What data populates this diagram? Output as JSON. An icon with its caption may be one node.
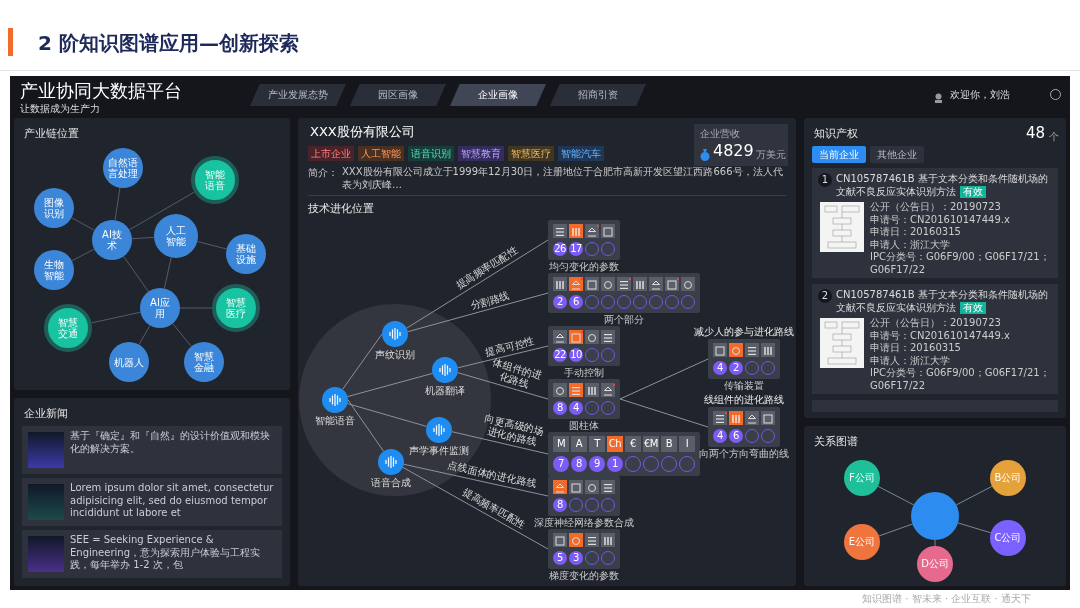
{
  "diagram": {
    "title": "2 阶知识图谱应用—创新探索",
    "nodes": [
      {
        "text": [
          "产业链位置"
        ]
      },
      {
        "text": [
          "自然语言处理"
        ],
        "in": 0
      },
      {
        "text": [
          "智能语音"
        ],
        "in": 0
      },
      {
        "text": [
          "图像识别"
        ],
        "in": 0
      },
      {
        "text": [
          "人工智能"
        ],
        "in": 0
      },
      {
        "text": [
          "AI技术"
        ],
        "in": 0
      },
      {
        "text": [
          "基础设施"
        ],
        "in": 0
      },
      {
        "text": [
          "生物智能"
        ],
        "in": 0
      },
      {
        "text": [
          "AI应用"
        ],
        "in": 0
      },
      {
        "text": [
          "智慧医疗"
        ],
        "in": 0
      },
      {
        "text": [
          "智慧交通"
        ],
        "in": 0
      },
      {
        "text": [
          "机器人"
        ],
        "in": 0
      },
      {
        "text": [
          "智慧金融"
        ],
        "in": 0
      },
      {
        "text": [
          "企业新闻"
        ]
      },
      {
        "text": [
          "基于『确定』和『自然』的设计价值观和模块化的解决方案。"
        ],
        "in": 13
      },
      {
        "text": [
          "Lorem ipsum dolor sit amet, consectetur adipisicing elit, sed do eiusmod tempor incididunt ut labore et"
        ],
        "in": 13
      },
      {
        "text": [
          "SEE = Seeking Experience & Engineering，意为探索用户体验与工程实践，每年举办 1-2 次，包"
        ],
        "in": 13
      },
      {
        "text": [
          "XXX股份有限公司"
        ]
      },
      {
        "text": [
          "企业营收",
          "4829",
          "万美元"
        ],
        "in": 17
      },
      {
        "text": [],
        "shape": "circle",
        "in": 17
      },
      {
        "text": [
          "智能语音"
        ],
        "in": 19
      },
      {
        "text": [
          "声纹识别"
        ],
        "in": 19
      },
      {
        "text": [
          "机器翻译"
        ],
        "in": 19
      },
      {
        "text": [
          "声学事件监测"
        ],
        "in": 19
      },
      {
        "text": [
          "语音合成"
        ],
        "in": 19
      },
      {
        "text": [
          "26",
          "17"
        ],
        "beside": [
          "均匀变化的参数"
        ],
        "in": 17
      },
      {
        "text": [
          "2",
          "6"
        ],
        "beside": [
          "两个部分"
        ],
        "in": 17
      },
      {
        "text": [
          "22",
          "10"
        ],
        "beside": [
          "手动控制"
        ],
        "in": 17
      },
      {
        "text": [
          "4",
          "2"
        ],
        "beside": [
          "减少人的参与进化路线",
          "传输装置"
        ],
        "in": 17
      },
      {
        "text": [
          "8",
          "4"
        ],
        "beside": [
          "圆柱体"
        ],
        "in": 17
      },
      {
        "text": [
          "4",
          "6"
        ],
        "beside": [
          "线组件的进化路线",
          "向两个方向弯曲的线"
        ],
        "in": 17
      },
      {
        "text": [
          "M",
          "A",
          "T",
          "Ch",
          "€",
          "€M",
          "B",
          "I",
          "7",
          "8",
          "9",
          "1"
        ],
        "in": 17
      },
      {
        "text": [
          "8"
        ],
        "beside": [
          "深度神经网络参数合成"
        ],
        "in": 17
      },
      {
        "text": [
          "5",
          "3"
        ],
        "beside": [
          "梯度变化的参数"
        ],
        "in": 17
      },
      {
        "text": [
          "知识产权",
          "48",
          "个"
        ]
      },
      {
        "text": [
          "1",
          "CN105787461B 基于文本分类和条件随机场的文献不良反应实体识别方法",
          "有效",
          "公开（公告日）：20190723",
          "申请号：CN201610147449.x",
          "申请日：20160315",
          "申请人：浙江大学",
          "IPC分类号：G06F9/00；G06F17/21；G06F17/22"
        ],
        "in": 34
      },
      {
        "text": [
          "2",
          "CN105787461B 基于文本分类和条件随机场的文献不良反应实体识别方法",
          "有效",
          "公开（公告日）：20190723",
          "申请号：CN201610147449.x",
          "申请日：20160315",
          "申请人：浙江大学",
          "IPC分类号：G06F9/00；G06F17/21；G06F17/22"
        ],
        "in": 34
      },
      {
        "text": [],
        "shape": "box",
        "in": 34
      },
      {
        "text": [
          "关系图谱"
        ]
      },
      {
        "text": [],
        "shape": "circle",
        "in": 38
      },
      {
        "text": [
          "F公司"
        ],
        "in": 38
      },
      {
        "text": [
          "B公司"
        ],
        "in": 38
      },
      {
        "text": [
          "E公司"
        ],
        "in": 38
      },
      {
        "text": [
          "C公司"
        ],
        "in": 38
      },
      {
        "text": [
          "D公司"
        ],
        "in": 38
      }
    ],
    "edges": [
      {
        "from": 5,
        "to": 1,
        "arrow": "none"
      },
      {
        "from": 5,
        "to": 2,
        "arrow": "none"
      },
      {
        "from": 5,
        "to": 3,
        "arrow": "none"
      },
      {
        "from": 5,
        "to": 7,
        "arrow": "none"
      },
      {
        "from": 5,
        "to": 4,
        "arrow": "none"
      },
      {
        "from": 4,
        "to": 6,
        "arrow": "none"
      },
      {
        "from": 4,
        "to": 8,
        "arrow": "none"
      },
      {
        "from": 5,
        "to": 8,
        "arrow": "none"
      },
      {
        "from": 8,
        "to": 9,
        "arrow": "none"
      },
      {
        "from": 8,
        "to": 10,
        "arrow": "none"
      },
      {
        "from": 8,
        "to": 11,
        "arrow": "none"
      },
      {
        "from": 8,
        "to": 12,
        "arrow": "none"
      },
      {
        "from": 20,
        "to": 21,
        "arrow": "none"
      },
      {
        "from": 20,
        "to": 22,
        "arrow": "none"
      },
      {
        "from": 20,
        "to": 23,
        "arrow": "none"
      },
      {
        "from": 20,
        "to": 24,
        "arrow": "none"
      },
      {
        "from": 21,
        "to": 25,
        "label": "提高频率匹配性",
        "arrow": "none"
      },
      {
        "from": 21,
        "to": 26,
        "label": "分割路线",
        "arrow": "none"
      },
      {
        "from": 22,
        "to": 27,
        "label": "提高可控性",
        "arrow": "none"
      },
      {
        "from": 22,
        "to": 29,
        "label": "体组件的进化路线",
        "arrow": "none"
      },
      {
        "from": 23,
        "to": 31,
        "label": "向更高级的场进化的路线",
        "arrow": "none"
      },
      {
        "from": 24,
        "to": 32,
        "label": "点线面体的进化路线",
        "arrow": "none"
      },
      {
        "from": 24,
        "to": 33,
        "label": "提高频率匹配性",
        "arrow": "none"
      },
      {
        "from": 29,
        "to": 28,
        "arrow": "none"
      },
      {
        "from": 29,
        "to": 30,
        "arrow": "none"
      },
      {
        "from": 39,
        "to": 40,
        "arrow": "none"
      },
      {
        "from": 39,
        "to": 41,
        "arrow": "none"
      },
      {
        "from": 39,
        "to": 42,
        "arrow": "none"
      },
      {
        "from": 39,
        "to": 43,
        "arrow": "none"
      },
      {
        "from": 39,
        "to": 44,
        "arrow": "none"
      }
    ],
    "labels": [
      "产业协同大数据平台",
      "产业发展态势",
      "园区画像",
      "企业画像",
      "招商引资",
      "欢迎你，刘浩",
      "让数据成为生产力",
      "上市企业",
      "人工智能",
      "语音识别",
      "智慧教育",
      "智慧医疗",
      "智能汽车",
      "简介：",
      "XXX股份有限公司成立于1999年12月30日，注册地位于合肥市高新开发区望江西路666号，法人代表为刘庆峰…",
      "技术进化位置",
      "当前企业",
      "其他企业",
      "知识图谱 · 智未来 · 企业互联 · 通天下"
    ]
  }
}
